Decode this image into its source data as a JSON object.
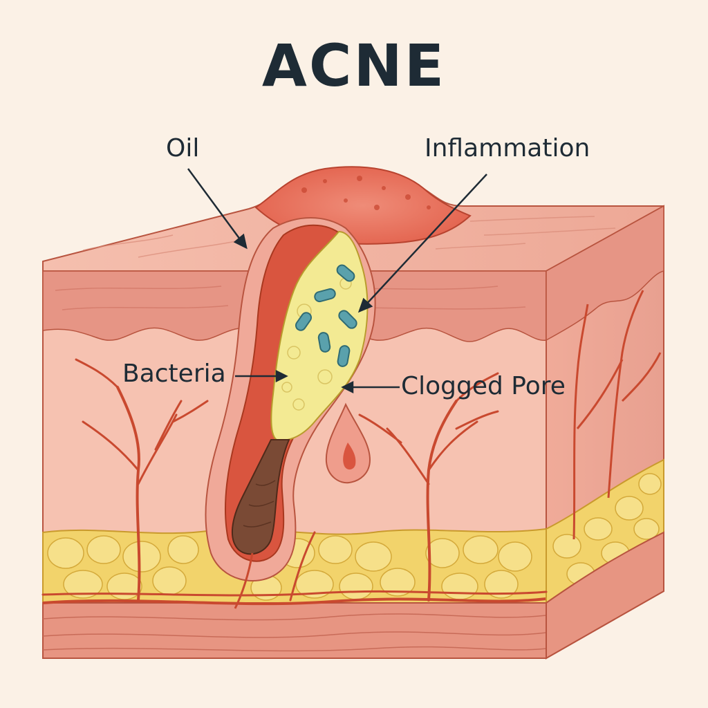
{
  "title": "ACNE",
  "labels": {
    "oil": "Oil",
    "inflammation": "Inflammation",
    "bacteria": "Bacteria",
    "clogged_pore": "Clogged Pore"
  },
  "colors": {
    "background": "#fbf1e6",
    "skin_surface": "#f2b2a0",
    "epidermis": "#e69585",
    "dermis": "#f6c2b1",
    "fat": "#f2d36b",
    "bottom_layer": "#e79582",
    "side_face": "#e9a492",
    "inflammation": "#e5644f",
    "sebum": "#f3ea93",
    "bacteria": "#5aa1ac",
    "blood_vessel": "#c9492f",
    "text": "#1e2b35"
  }
}
